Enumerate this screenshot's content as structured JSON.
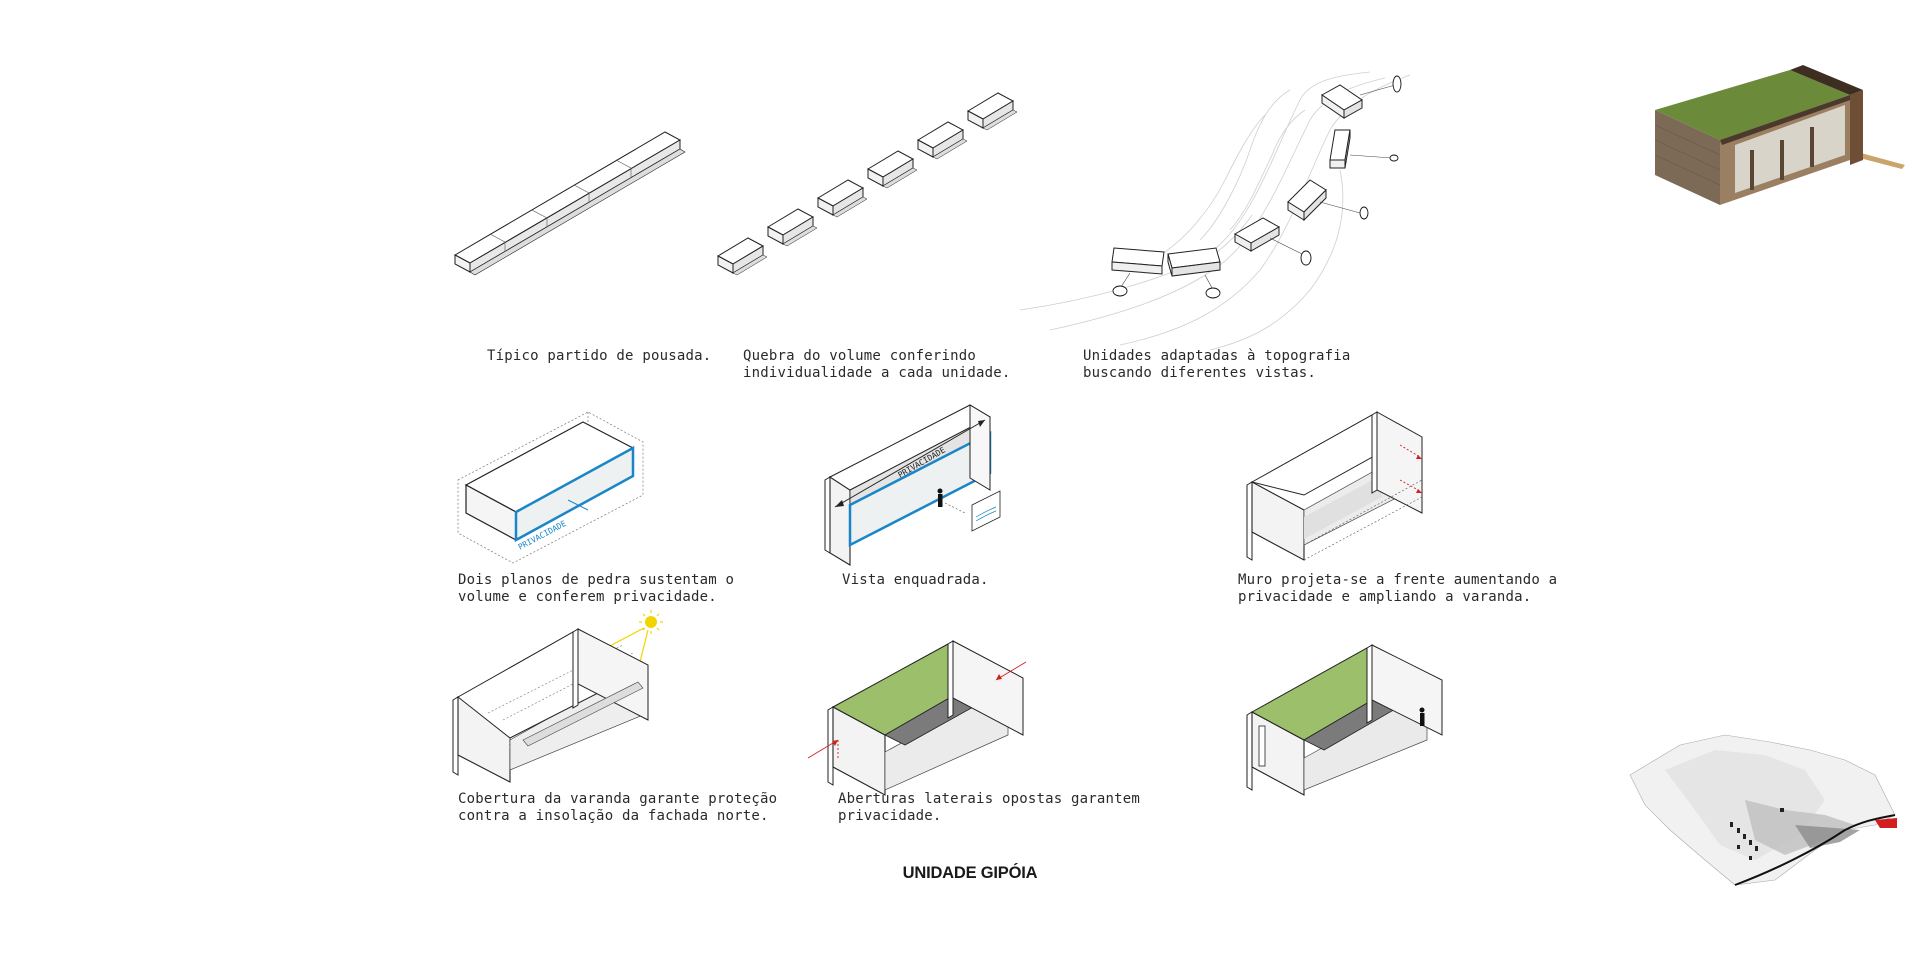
{
  "title": "UNIDADE GIPÓIA",
  "row1": [
    {
      "lines": [
        "Típico partido de pousada."
      ]
    },
    {
      "lines": [
        "Quebra do volume conferindo",
        "individualidade a cada unidade."
      ]
    },
    {
      "lines": [
        "Unidades adaptadas à topografia",
        "buscando diferentes vistas."
      ]
    }
  ],
  "row2": [
    {
      "lines": [
        "Dois planos de pedra sustentam o",
        "volume e conferem privacidade."
      ]
    },
    {
      "lines": [
        "Vista enquadrada."
      ]
    },
    {
      "lines": [
        "Muro projeta-se a frente aumentando a",
        "privacidade e ampliando a varanda."
      ]
    }
  ],
  "row3": [
    {
      "lines": [
        "Cobertura da varanda garante proteção",
        "contra a insolação da fachada norte."
      ]
    },
    {
      "lines": [
        "Aberturas laterais opostas garantem",
        "privacidade."
      ]
    },
    {
      "lines": []
    }
  ],
  "labels": {
    "privacidade_a": "PRIVACIDADE",
    "privacidade_b": "PRIVACIDADE"
  },
  "colors": {
    "line": "#222222",
    "blue": "#1a86c7",
    "green": "#9bbf6a",
    "stone": "#7a6a58",
    "sun": "#f2d500",
    "red": "#d21e1e",
    "contour": "#c8c8c8"
  },
  "icons": [
    "sun-icon",
    "person-icon",
    "tree-icon",
    "window-frame-icon"
  ]
}
